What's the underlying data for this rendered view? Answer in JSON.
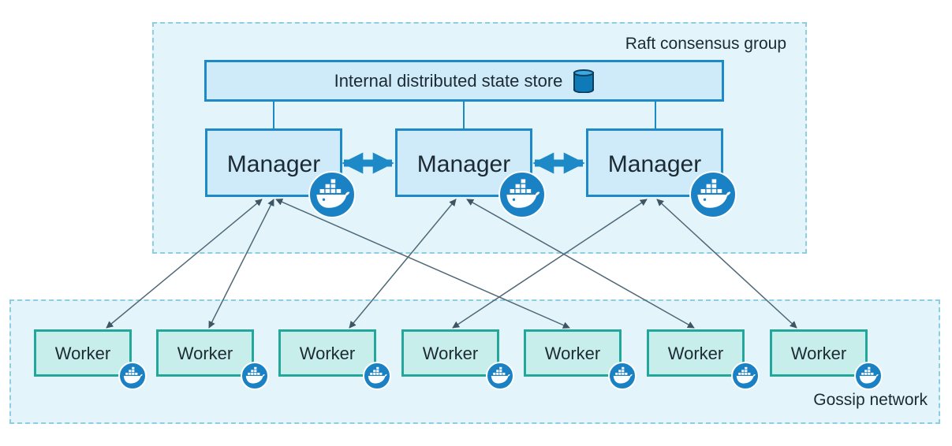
{
  "raft_group": {
    "label": "Raft consensus group"
  },
  "state_store": {
    "label": "Internal distributed state store",
    "icon": "database-icon"
  },
  "managers": [
    {
      "label": "Manager",
      "icon": "docker-whale-icon"
    },
    {
      "label": "Manager",
      "icon": "docker-whale-icon"
    },
    {
      "label": "Manager",
      "icon": "docker-whale-icon"
    }
  ],
  "workers": [
    {
      "label": "Worker",
      "icon": "docker-whale-icon"
    },
    {
      "label": "Worker",
      "icon": "docker-whale-icon"
    },
    {
      "label": "Worker",
      "icon": "docker-whale-icon"
    },
    {
      "label": "Worker",
      "icon": "docker-whale-icon"
    },
    {
      "label": "Worker",
      "icon": "docker-whale-icon"
    },
    {
      "label": "Worker",
      "icon": "docker-whale-icon"
    },
    {
      "label": "Worker",
      "icon": "docker-whale-icon"
    }
  ],
  "gossip_group": {
    "label": "Gossip network"
  },
  "colors": {
    "manager_border": "#1d8ac7",
    "worker_border": "#23a79c",
    "badge": "#1a82c4",
    "arrow": "#4e6878"
  }
}
